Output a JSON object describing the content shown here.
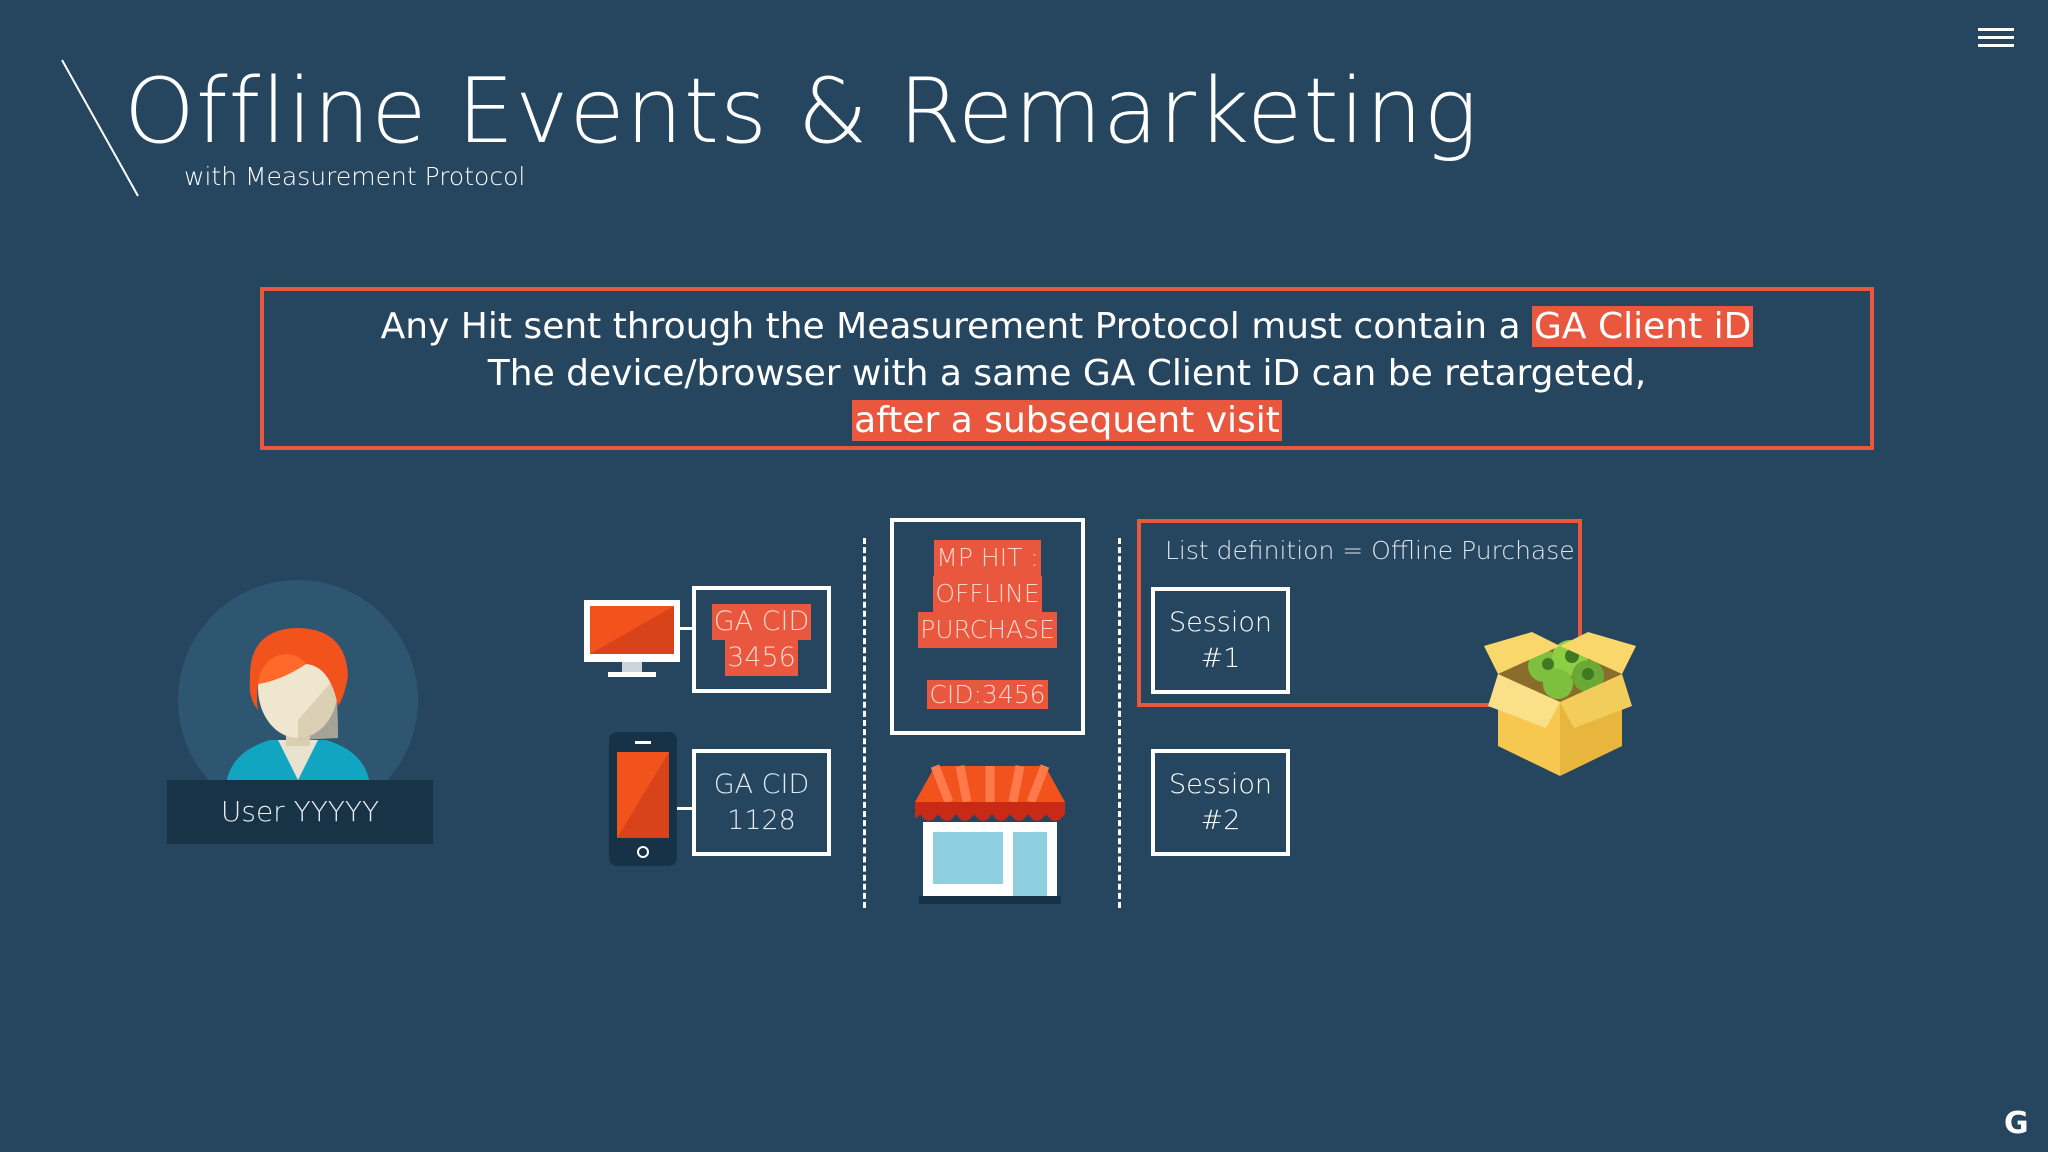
{
  "menu": {
    "icon": "hamburger-menu-icon"
  },
  "header": {
    "title": "Offline Events & Remarketing",
    "subtitle": "with Measurement Protocol"
  },
  "callout": {
    "line1_text": "Any Hit sent through the Measurement Protocol must contain a ",
    "line1_highlight": "GA Client iD",
    "line2_text": "The device/browser with a same GA Client iD can be retargeted,",
    "line3_highlight": "after a subsequent visit"
  },
  "user": {
    "label": "User YYYYY"
  },
  "devices": {
    "desktop_cid_line1": "GA CID",
    "desktop_cid_line2": "3456",
    "mobile_cid_line1": "GA CID",
    "mobile_cid_line2": "1128"
  },
  "mp_hit": {
    "line1": "MP HIT :",
    "line2": "OFFLINE",
    "line3": "PURCHASE",
    "cid": "CID:3456"
  },
  "list": {
    "definition": "List definition = Offline Purchase",
    "session1_line1": "Session",
    "session1_line2": "#1",
    "session2_line1": "Session",
    "session2_line2": "#2"
  },
  "colors": {
    "background": "#26465f",
    "accent": "#e9573f",
    "dark_panel": "#183246"
  },
  "brand": {
    "logo_letter": "G"
  }
}
